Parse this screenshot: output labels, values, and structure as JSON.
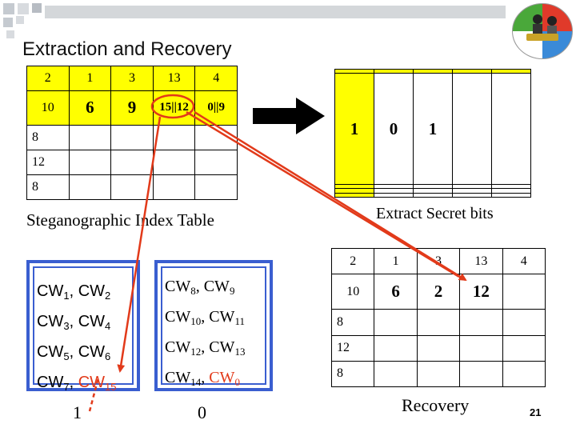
{
  "slide_title": "Extraction and Recovery",
  "index_table": {
    "rows": [
      [
        "2",
        "1",
        "3",
        "13",
        "4"
      ],
      [
        "10",
        "6",
        "9",
        "15||12",
        "0||9"
      ],
      [
        "8",
        "",
        "",
        "",
        ""
      ],
      [
        "12",
        "",
        "",
        "",
        ""
      ],
      [
        "8",
        "",
        "",
        "",
        ""
      ]
    ],
    "caption": "Steganographic Index Table"
  },
  "secret_grid": {
    "rows": [
      [
        "",
        "",
        "",
        "",
        ""
      ],
      [
        "1",
        "0",
        "1",
        "",
        ""
      ],
      [
        "",
        "",
        "",
        "",
        ""
      ],
      [
        "",
        "",
        "",
        "",
        ""
      ],
      [
        "",
        "",
        "",
        "",
        ""
      ]
    ],
    "caption": "Extract Secret bits"
  },
  "recovery_table": {
    "rows": [
      [
        "2",
        "1",
        "3",
        "13",
        "4"
      ],
      [
        "10",
        "6",
        "2",
        "12",
        ""
      ],
      [
        "8",
        "",
        "",
        "",
        ""
      ],
      [
        "12",
        "",
        "",
        "",
        ""
      ],
      [
        "8",
        "",
        "",
        "",
        ""
      ]
    ],
    "caption": "Recovery"
  },
  "codeword_group_1": {
    "lines": [
      {
        "a": "CW",
        "a_sub": "1",
        "b": "CW",
        "b_sub": "2"
      },
      {
        "a": "CW",
        "a_sub": "3",
        "b": "CW",
        "b_sub": "4"
      },
      {
        "a": "CW",
        "a_sub": "5",
        "b": "CW",
        "b_sub": "6"
      },
      {
        "a": "CW",
        "a_sub": "7",
        "b": "CW",
        "b_sub": "15"
      }
    ],
    "bit": "1"
  },
  "codeword_group_2": {
    "lines": [
      {
        "a": "CW",
        "a_sub": "8",
        "b": "CW",
        "b_sub": "9"
      },
      {
        "a": "CW",
        "a_sub": "10",
        "b": "CW",
        "b_sub": "11"
      },
      {
        "a": "CW",
        "a_sub": "12",
        "b": "CW",
        "b_sub": "13"
      },
      {
        "a": "CW",
        "a_sub": "14",
        "b": "CW",
        "b_sub": "0"
      }
    ],
    "bit": "0"
  },
  "page_number": "21",
  "colors": {
    "yellow": "#ffff00",
    "arrow_red": "#e23a1a",
    "box_blue": "#3a5ed0",
    "header_gray": "#d4d7da"
  }
}
